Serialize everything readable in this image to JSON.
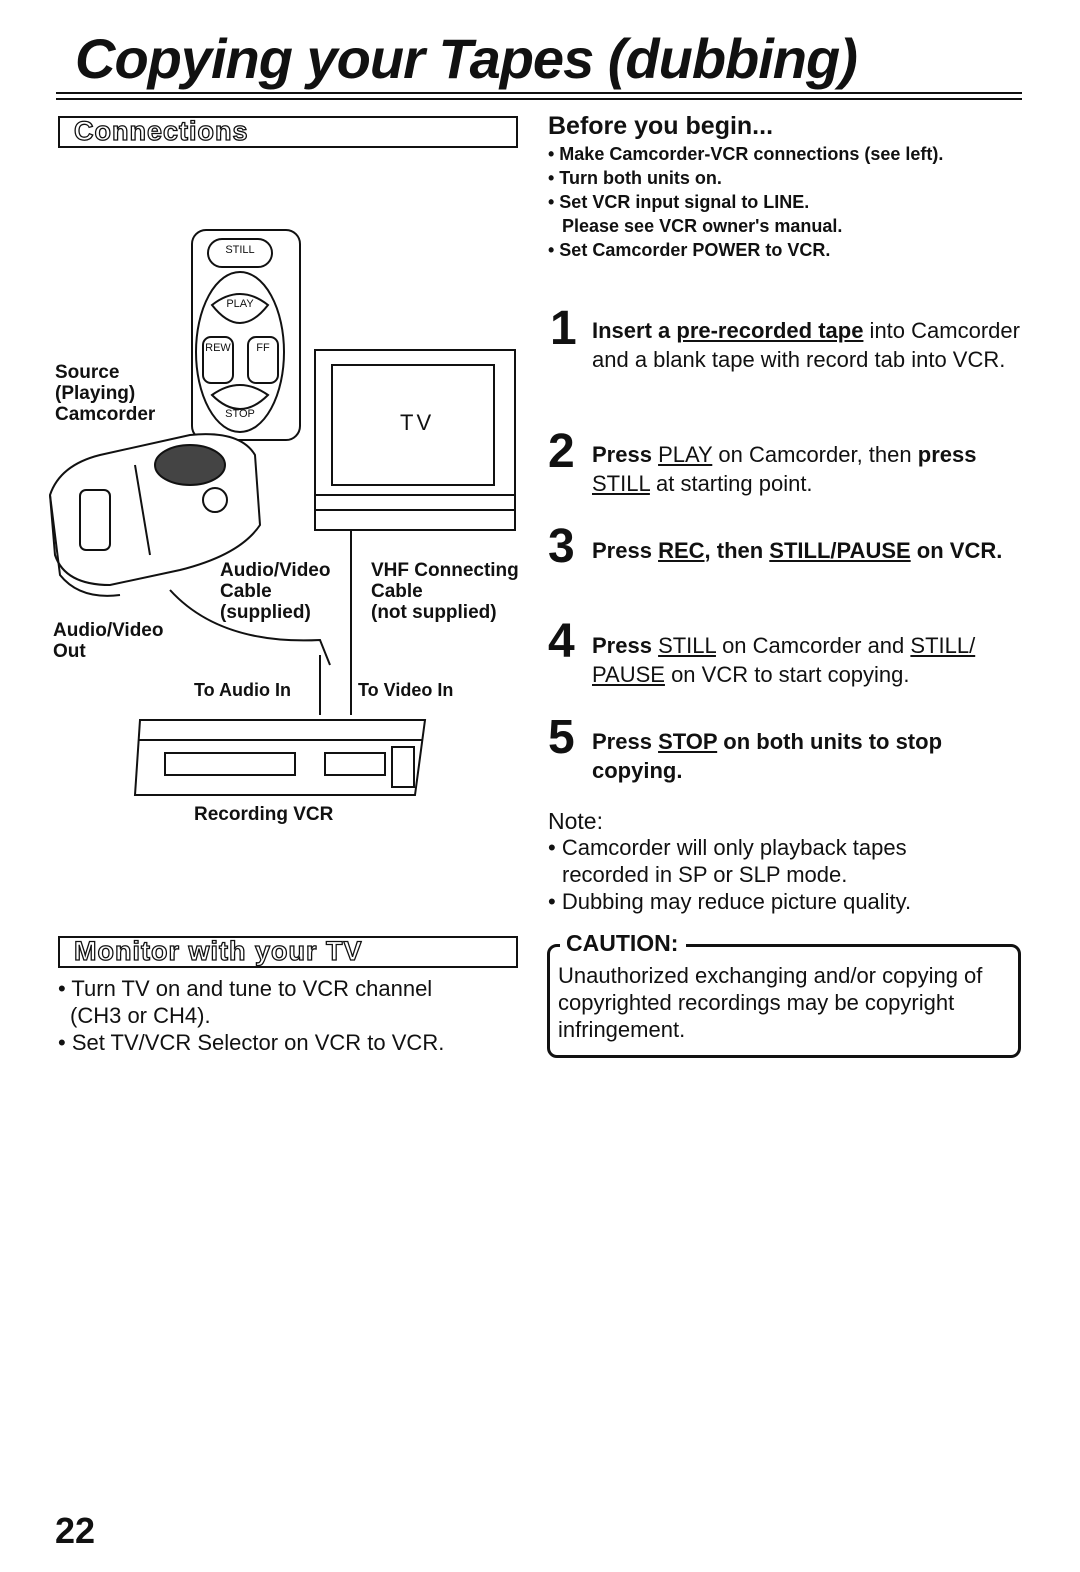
{
  "title": "Copying your Tapes (dubbing)",
  "sections": {
    "connections": "Connections",
    "monitor": "Monitor with your TV"
  },
  "before_you_begin": {
    "heading": "Before you begin...",
    "items": [
      "• Make Camcorder-VCR connections (see left).",
      "• Turn both units on.",
      "• Set VCR input signal to LINE.",
      "Please see VCR owner's manual.",
      "• Set Camcorder POWER to VCR."
    ]
  },
  "steps": [
    {
      "num": "1",
      "parts": [
        "Insert a ",
        "pre-recorded tape",
        " into Camcorder and a blank tape with record tab into VCR."
      ]
    },
    {
      "num": "2",
      "parts": [
        "Press ",
        "PLAY",
        " on Camcorder, then ",
        "press",
        " ",
        "STILL",
        " at starting point."
      ]
    },
    {
      "num": "3",
      "parts": [
        "Press ",
        "REC",
        ", then ",
        "STILL/PAUSE",
        " on VCR."
      ]
    },
    {
      "num": "4",
      "parts": [
        "Press ",
        "STILL",
        " on Camcorder and ",
        "STILL/ PAUSE",
        " on VCR to start copying."
      ]
    },
    {
      "num": "5",
      "parts": [
        "Press ",
        "STOP",
        " on both units to stop copying."
      ]
    }
  ],
  "note": {
    "heading": "Note:",
    "items": [
      "• Camcorder will only playback tapes",
      "recorded in SP or SLP mode.",
      "• Dubbing may reduce picture quality."
    ]
  },
  "caution": {
    "title": "CAUTION:",
    "text": "Unauthorized exchanging and/or copying of copyrighted recordings may be copyright infringement."
  },
  "monitor_items": [
    "• Turn TV on and tune to VCR channel",
    "(CH3 or CH4).",
    "• Set TV/VCR Selector on VCR to VCR."
  ],
  "diagram": {
    "source_label": [
      "Source",
      "(Playing)",
      "Camcorder"
    ],
    "tv_label": "TV",
    "av_cable_label": [
      "Audio/Video",
      "Cable",
      "(supplied)"
    ],
    "vhf_cable_label": [
      "VHF Connecting",
      "Cable",
      "(not supplied)"
    ],
    "av_out_label": [
      "Audio/Video",
      "Out"
    ],
    "to_audio_in": "To Audio In",
    "to_video_in": "To Video In",
    "recording_vcr": "Recording VCR",
    "remote_buttons": {
      "still": "STILL",
      "play": "PLAY",
      "rew": "REW",
      "ff": "FF",
      "stop": "STOP"
    }
  },
  "page_number": "22"
}
